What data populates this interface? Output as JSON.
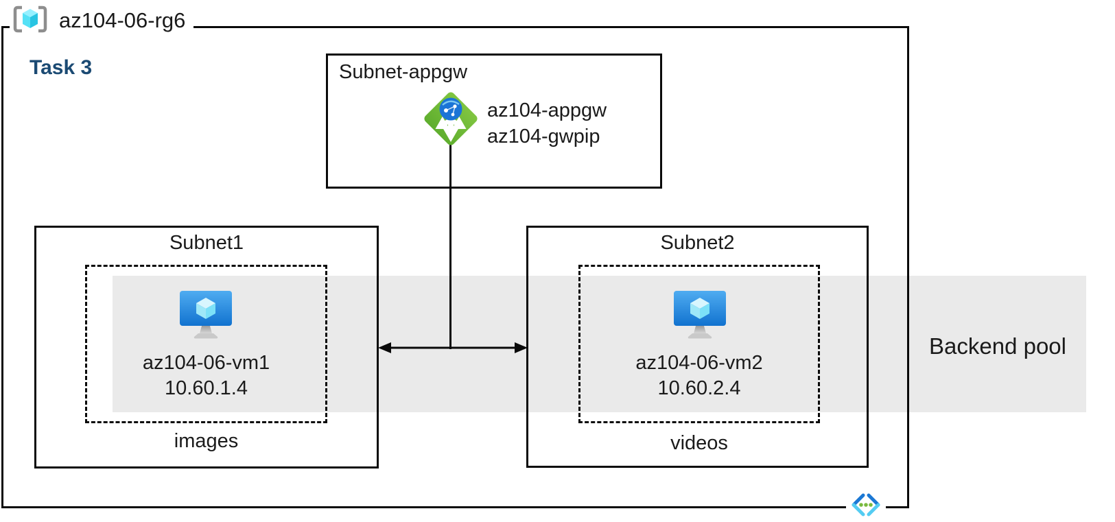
{
  "resource_group": {
    "name": "az104-06-rg6",
    "task_label": "Task 3"
  },
  "gateway_subnet": {
    "label": "Subnet-appgw",
    "gateway_name": "az104-appgw",
    "public_ip_name": "az104-gwpip"
  },
  "subnets": [
    {
      "label": "Subnet1",
      "vm_name": "az104-06-vm1",
      "vm_ip": "10.60.1.4",
      "caption": "images"
    },
    {
      "label": "Subnet2",
      "vm_name": "az104-06-vm2",
      "vm_ip": "10.60.2.4",
      "caption": "videos"
    }
  ],
  "backend_pool": {
    "label": "Backend pool"
  },
  "icons": {
    "resource_group": "resource-group-icon",
    "application_gateway": "application-gateway-icon",
    "virtual_machine": "virtual-machine-icon",
    "virtual_network": "virtual-network-icon",
    "arrow_double_horizontal": "double-arrow-icon"
  },
  "colors": {
    "task_label": "#1B4A73",
    "backend_band": "#EAEAEA",
    "border_black": "#0a0a0a",
    "gateway_green_light": "#80C540",
    "gateway_green_dark": "#5FAE2E",
    "globe_blue": "#1B74D6",
    "vm_screen_top": "#4FACF1",
    "vm_screen_bottom": "#1172CF",
    "cube_cyan_light": "#96F0FF",
    "cube_cyan_mid": "#55E1F6",
    "cube_cyan_dark": "#28C4E2",
    "bracket_gray": "#8E8E8E",
    "vnet_blue_dark": "#1B78D4",
    "vnet_blue_light": "#54CCF2",
    "vnet_dot_green": "#79BA3F"
  }
}
